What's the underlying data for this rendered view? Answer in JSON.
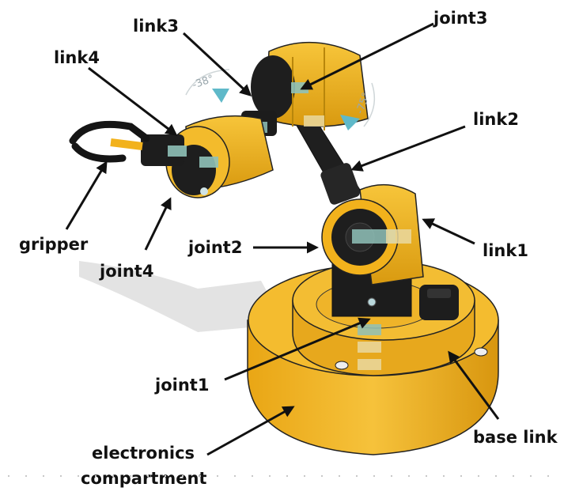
{
  "colors": {
    "body_yellow": "#f2b21c",
    "body_shade": "#d89a12",
    "dark_link": "#1f1f1f",
    "joint_marker": "#7fb3ad",
    "cyan_indicator": "#5fb9c9",
    "arrow": "#111111"
  },
  "labels": {
    "link3": "link3",
    "joint3": "joint3",
    "link4": "link4",
    "link2": "link2",
    "gripper": "gripper",
    "joint2": "joint2",
    "link1": "link1",
    "joint4": "joint4",
    "joint1": "joint1",
    "base_link": "base link",
    "electronics_line1": "electronics",
    "electronics_line2": "compartment"
  },
  "angle_annotations": {
    "upper": "-38°",
    "right": "-75°"
  }
}
